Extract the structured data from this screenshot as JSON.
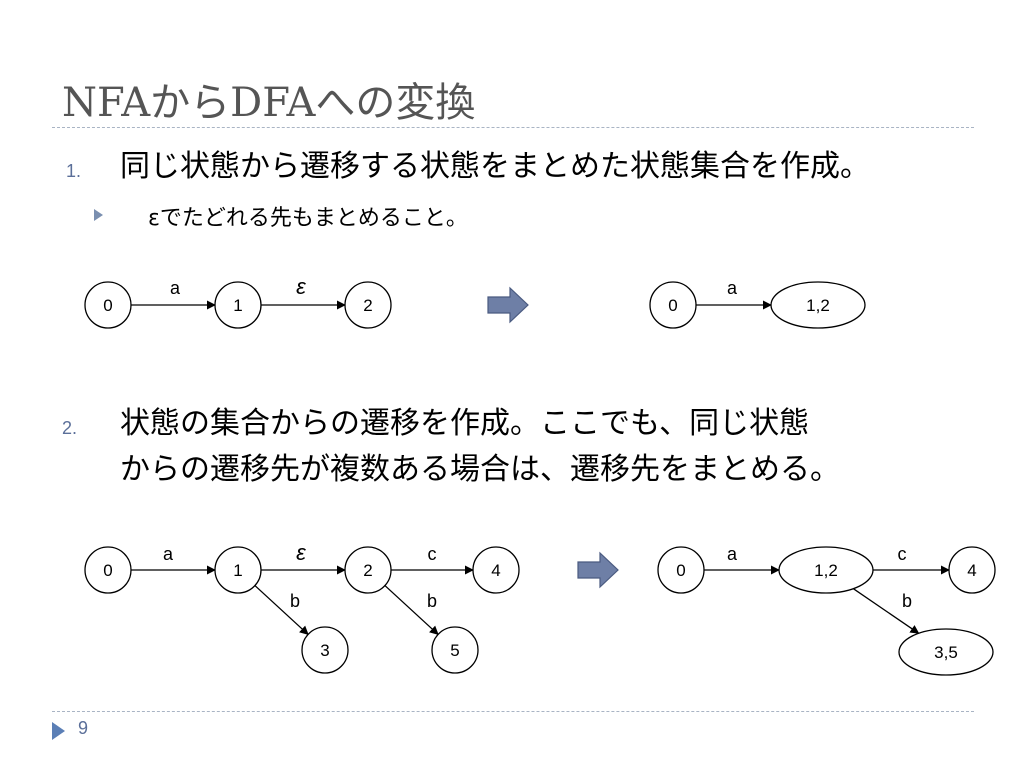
{
  "slide": {
    "title": "NFAからDFAへの変換",
    "page_number": "9",
    "items": [
      {
        "number": "1.",
        "text_lines": [
          "同じ状態から遷移する状態をまとめた状態集合を作成。"
        ],
        "sub_items": [
          "εでたどれる先もまとめること。"
        ]
      },
      {
        "number": "2.",
        "text_lines": [
          "状態の集合からの遷移を作成。ここでも、同じ状態",
          "からの遷移先が複数ある場合は、遷移先をまとめる。"
        ]
      }
    ]
  },
  "diagrams": {
    "colors": {
      "stroke": "#000000",
      "fill": "#ffffff",
      "arrow_fill": "#6e7fa6",
      "arrow_stroke": "#4a5a80"
    },
    "d1_nfa": {
      "states": [
        "0",
        "1",
        "2"
      ],
      "transitions": [
        {
          "from": "0",
          "to": "1",
          "label": "a"
        },
        {
          "from": "1",
          "to": "2",
          "label": "ε"
        }
      ]
    },
    "d1_dfa": {
      "states": [
        "0",
        "1,2"
      ],
      "transitions": [
        {
          "from": "0",
          "to": "1,2",
          "label": "a"
        }
      ]
    },
    "d2_nfa": {
      "states": [
        "0",
        "1",
        "2",
        "4",
        "3",
        "5"
      ],
      "transitions": [
        {
          "from": "0",
          "to": "1",
          "label": "a"
        },
        {
          "from": "1",
          "to": "2",
          "label": "ε"
        },
        {
          "from": "2",
          "to": "4",
          "label": "c"
        },
        {
          "from": "1",
          "to": "3",
          "label": "b"
        },
        {
          "from": "2",
          "to": "5",
          "label": "b"
        }
      ]
    },
    "d2_dfa": {
      "states": [
        "0",
        "1,2",
        "4",
        "3,5"
      ],
      "transitions": [
        {
          "from": "0",
          "to": "1,2",
          "label": "a"
        },
        {
          "from": "1,2",
          "to": "4",
          "label": "c"
        },
        {
          "from": "1,2",
          "to": "3,5",
          "label": "b"
        }
      ]
    }
  }
}
